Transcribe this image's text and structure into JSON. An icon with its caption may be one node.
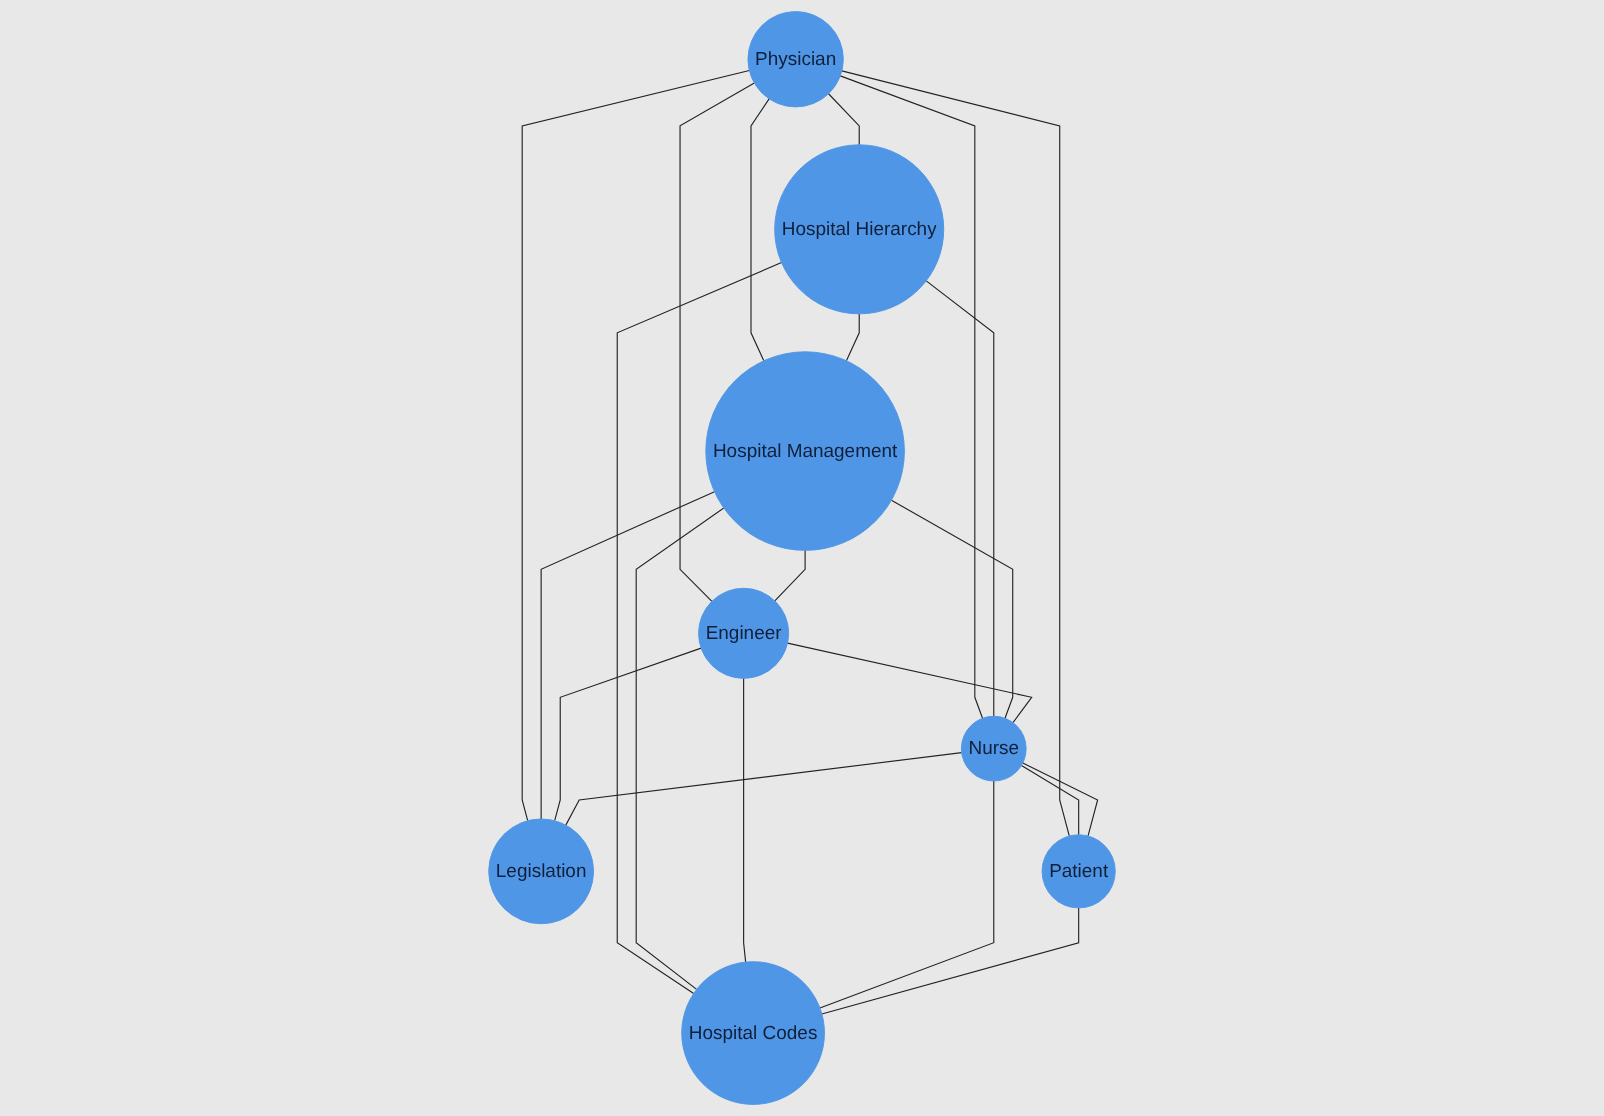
{
  "diagram": {
    "nodes": [
      {
        "text": [
          "Physician"
        ]
      },
      {
        "text": [
          "Hospital Hierarchy"
        ]
      },
      {
        "text": [
          "Hospital Management"
        ]
      },
      {
        "text": [
          "Engineer"
        ]
      },
      {
        "text": [
          "Nurse"
        ]
      },
      {
        "text": [
          "Legislation"
        ]
      },
      {
        "text": [
          "Patient"
        ]
      },
      {
        "text": [
          "Hospital Codes"
        ]
      }
    ],
    "edges": [
      {
        "from": 0,
        "to": 1,
        "arrow": "none"
      },
      {
        "from": 0,
        "to": 2,
        "arrow": "none"
      },
      {
        "from": 0,
        "to": 3,
        "arrow": "none"
      },
      {
        "from": 0,
        "to": 4,
        "arrow": "none"
      },
      {
        "from": 0,
        "to": 5,
        "arrow": "none"
      },
      {
        "from": 0,
        "to": 6,
        "arrow": "none"
      },
      {
        "from": 1,
        "to": 2,
        "arrow": "none"
      },
      {
        "from": 1,
        "to": 4,
        "arrow": "none"
      },
      {
        "from": 1,
        "to": 7,
        "arrow": "none"
      },
      {
        "from": 2,
        "to": 5,
        "arrow": "none"
      },
      {
        "from": 2,
        "to": 3,
        "arrow": "none"
      },
      {
        "from": 2,
        "to": 4,
        "arrow": "none"
      },
      {
        "from": 2,
        "to": 7,
        "arrow": "none"
      },
      {
        "from": 3,
        "to": 5,
        "arrow": "none"
      },
      {
        "from": 3,
        "to": 4,
        "arrow": "none"
      },
      {
        "from": 3,
        "to": 7,
        "arrow": "none"
      },
      {
        "from": 4,
        "to": 5,
        "arrow": "none"
      },
      {
        "from": 4,
        "to": 6,
        "arrow": "none"
      },
      {
        "from": 4,
        "to": 6,
        "arrow": "none"
      },
      {
        "from": 4,
        "to": 7,
        "arrow": "none"
      },
      {
        "from": 6,
        "to": 7,
        "arrow": "none"
      }
    ]
  }
}
